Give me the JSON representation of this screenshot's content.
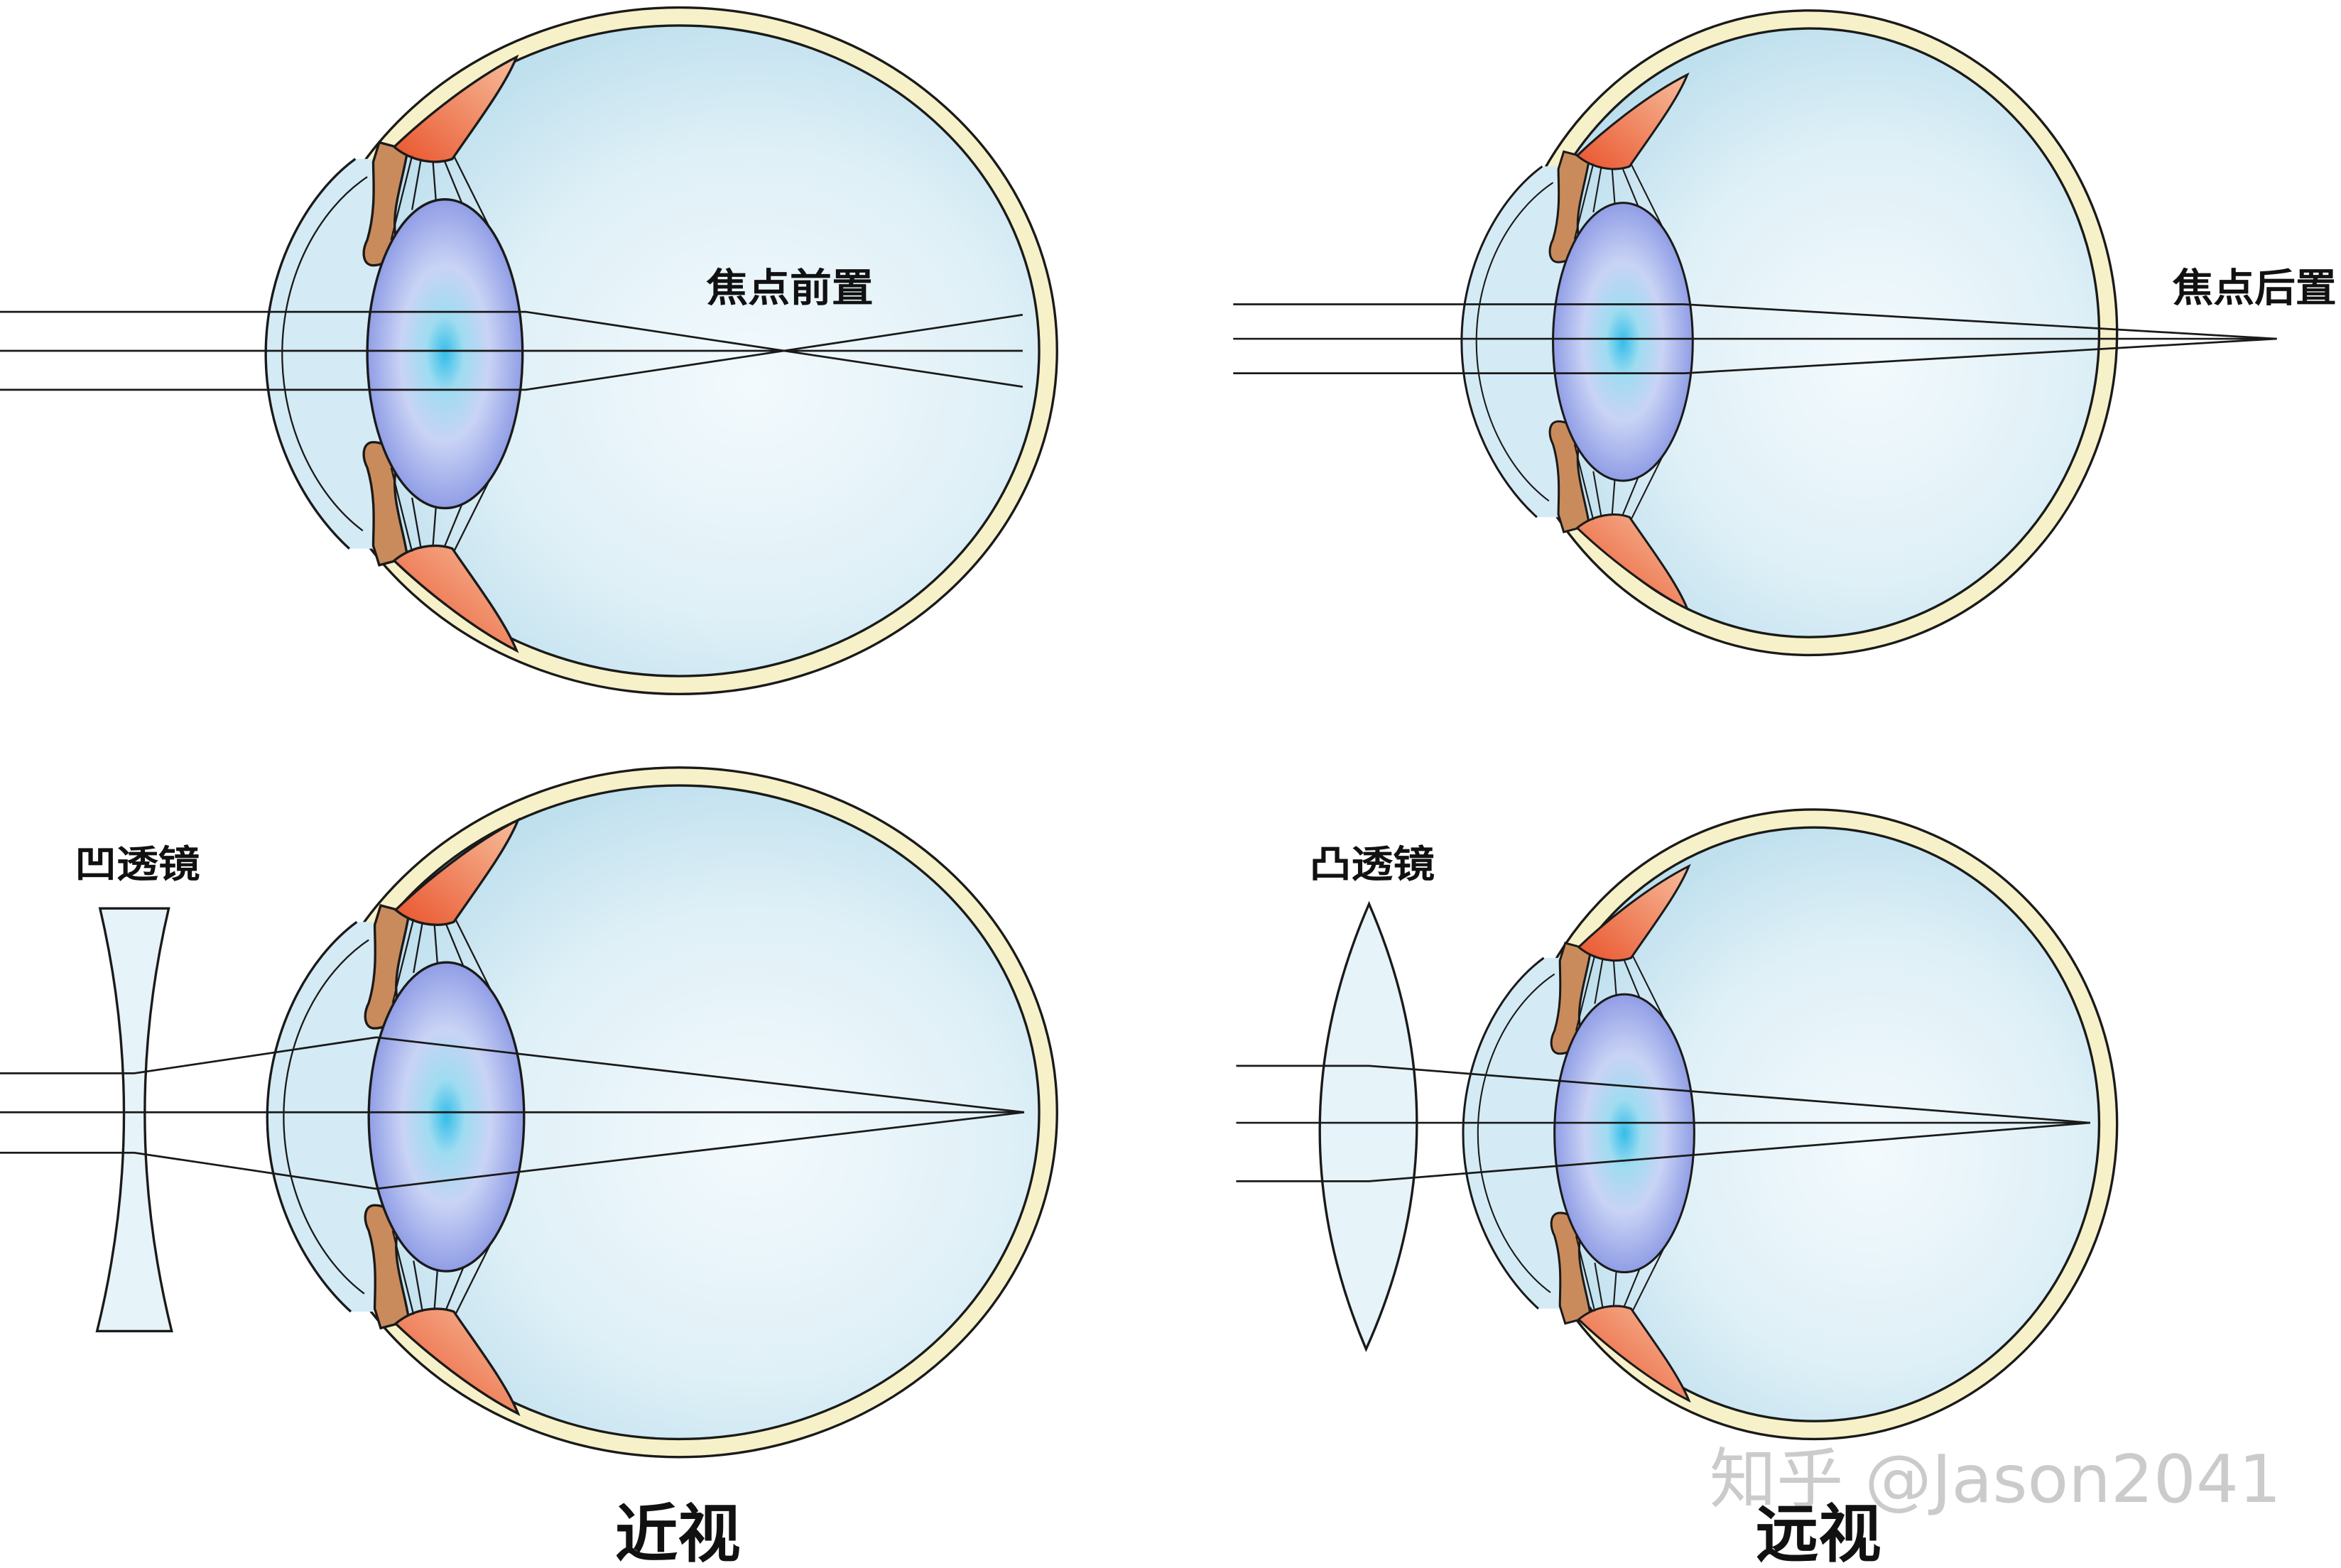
{
  "labels": {
    "myopia_focus": "焦点前置",
    "hyperopia_focus": "焦点后置",
    "concave_lens": "凹透镜",
    "convex_lens": "凸透镜",
    "myopia_caption": "近视",
    "hyperopia_caption": "远视"
  },
  "watermark": "知乎 @Jason2041",
  "colors": {
    "line": "#1a1a1a",
    "sclera": "#f6f1c8",
    "cornea": "#d4ebf5",
    "vitreous_center": "#f3fafd",
    "vitreous_edge": "#bcdeed",
    "lens_center": "#35bde9",
    "lens_edge": "#8391e2",
    "iris": "#c98b5c",
    "ciliary_dark": "#e9552d",
    "ciliary_light": "#f7bd9c"
  }
}
